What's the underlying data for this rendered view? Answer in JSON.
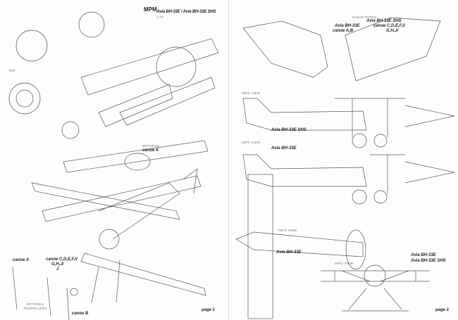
{
  "page1": {
    "logo": "MPM",
    "header": "Avia BH-33E / Avia BH-33E SHS",
    "subheader": "1:72",
    "top_label": "TOP",
    "optional_label": "OPTIONAL",
    "canoe_a_opt": "canoe A",
    "canoe_a": "canoe A",
    "canoe_cdefi": "canoe C,D,E,F,I/",
    "canoe_ghj": "G,H,J/",
    "canoe_j": "J",
    "optional_propellers": "OPTIONAL PROPELLERS",
    "canoe_b": "canoe B",
    "page_label": "page 1"
  },
  "page2": {
    "clear_parts": "CLEAR PARTS",
    "variant_left": "Avia BH-33E",
    "canoe_ab": "canoe A,B",
    "variant_right": "Avia BH-33E SHS",
    "canoe_cdefi": "canoe C,D,E,F,I/",
    "canoe_ghj": "G,H,J/",
    "info_view_1": "INFO VIEW",
    "side_label_1": "Avia BH-33E SHS",
    "info_view_2": "INFO VIEW",
    "side_label_2": "Avia BH-33E",
    "info_view_3": "INFO VIEW",
    "top_label": "Avia BH-33E",
    "info_view_4": "INFO VIEW",
    "front_label_1": "Avia BH-33E",
    "front_label_2": "Avia BH-33E SHS",
    "page_label": "page 2"
  }
}
